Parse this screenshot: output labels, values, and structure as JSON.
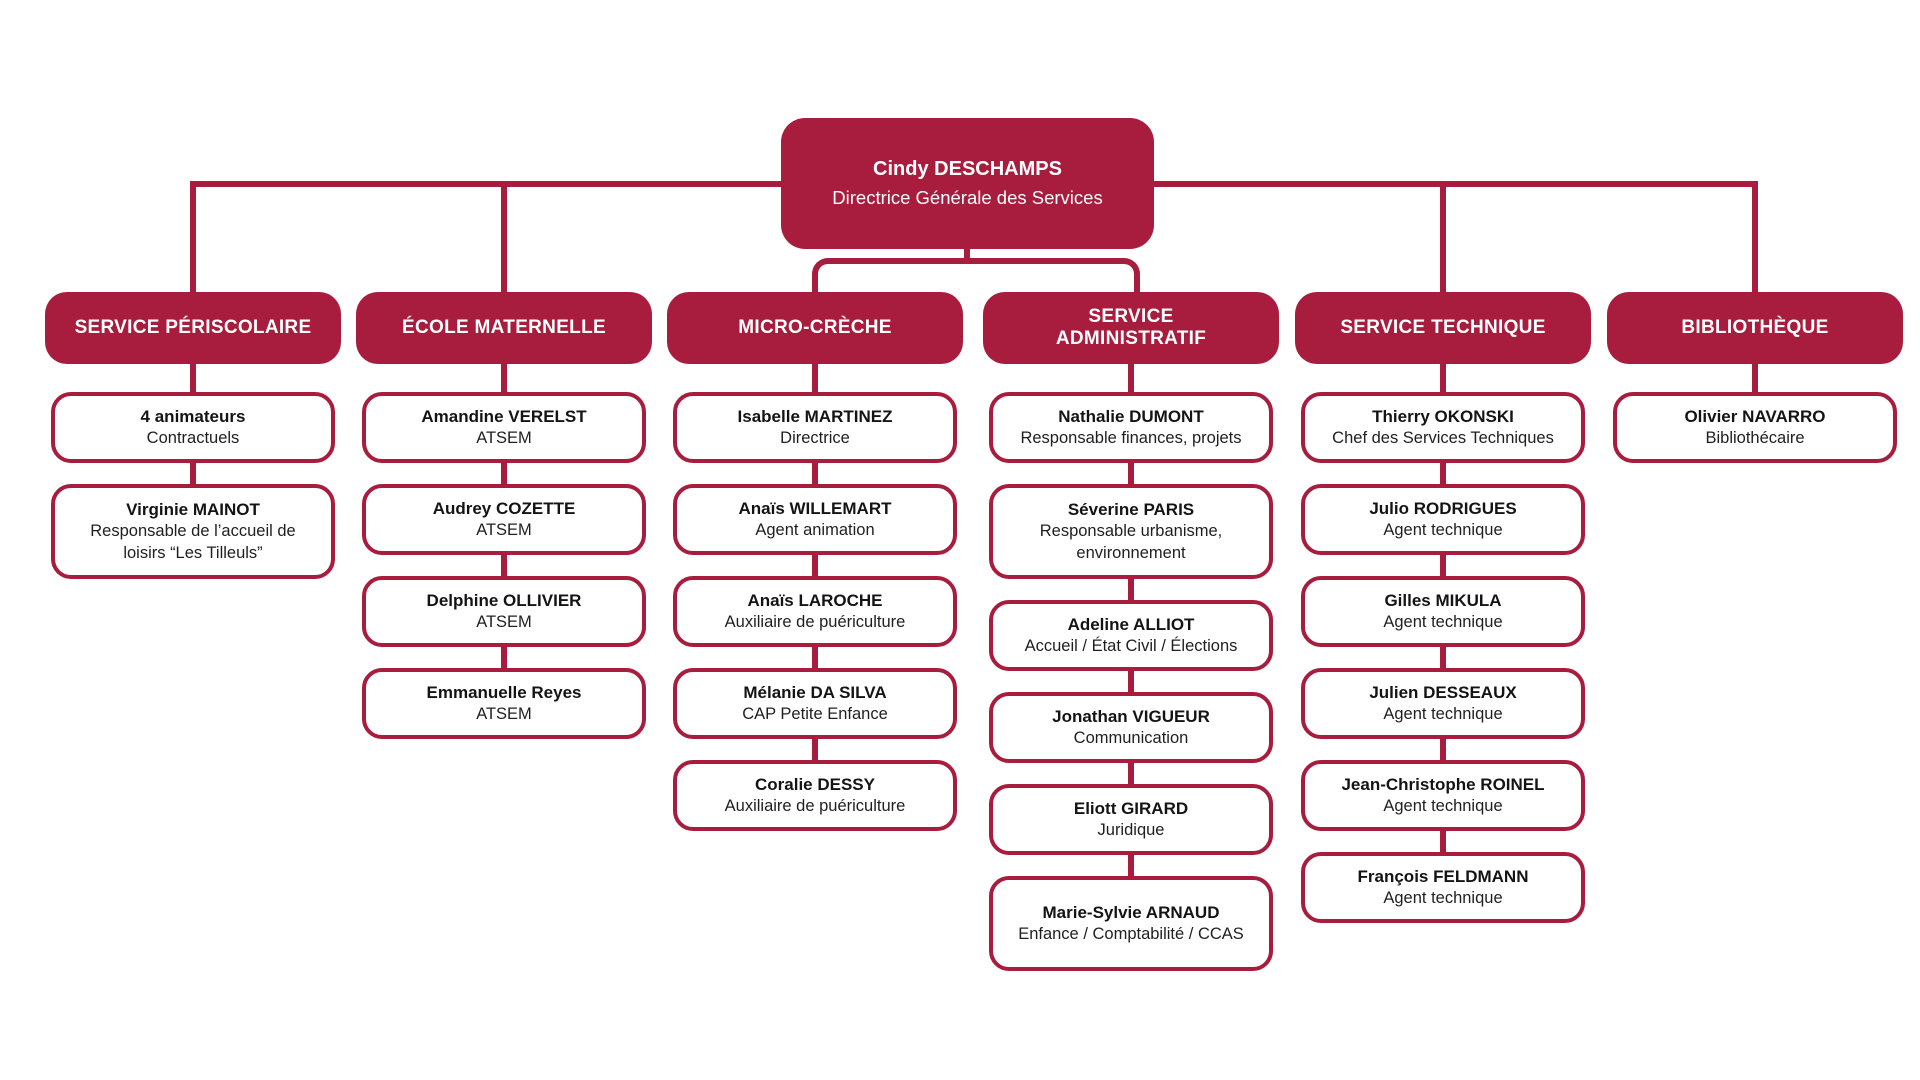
{
  "colors": {
    "primary": "#A81D3D",
    "text_dark": "#1F1F1F",
    "background": "#FFFFFF"
  },
  "root": {
    "name": "Cindy DESCHAMPS",
    "role": "Directrice Générale des Services"
  },
  "departments": [
    {
      "label": "SERVICE PÉRISCOLAIRE",
      "members": [
        {
          "name": "4 animateurs",
          "role": "Contractuels"
        },
        {
          "name": "Virginie MAINOT",
          "role": "Responsable de l’accueil de loisirs “Les Tilleuls”"
        }
      ]
    },
    {
      "label": "ÉCOLE MATERNELLE",
      "members": [
        {
          "name": "Amandine VERELST",
          "role": "ATSEM"
        },
        {
          "name": "Audrey COZETTE",
          "role": "ATSEM"
        },
        {
          "name": "Delphine OLLIVIER",
          "role": "ATSEM"
        },
        {
          "name": "Emmanuelle Reyes",
          "role": "ATSEM"
        }
      ]
    },
    {
      "label": "MICRO-CRÈCHE",
      "members": [
        {
          "name": "Isabelle MARTINEZ",
          "role": "Directrice"
        },
        {
          "name": "Anaïs WILLEMART",
          "role": "Agent animation"
        },
        {
          "name": "Anaïs LAROCHE",
          "role": "Auxiliaire de puériculture"
        },
        {
          "name": "Mélanie DA SILVA",
          "role": "CAP Petite Enfance"
        },
        {
          "name": "Coralie DESSY",
          "role": "Auxiliaire de puériculture"
        }
      ]
    },
    {
      "label": "SERVICE ADMINISTRATIF",
      "members": [
        {
          "name": "Nathalie DUMONT",
          "role": "Responsable finances, projets"
        },
        {
          "name": "Séverine PARIS",
          "role": "Responsable urbanisme, environnement"
        },
        {
          "name": "Adeline ALLIOT",
          "role": "Accueil / État Civil / Élections"
        },
        {
          "name": "Jonathan VIGUEUR",
          "role": "Communication"
        },
        {
          "name": "Eliott GIRARD",
          "role": "Juridique"
        },
        {
          "name": "Marie-Sylvie ARNAUD",
          "role": "Enfance / Comptabilité / CCAS"
        }
      ]
    },
    {
      "label": "SERVICE TECHNIQUE",
      "members": [
        {
          "name": "Thierry OKONSKI",
          "role": "Chef des Services Techniques"
        },
        {
          "name": "Julio RODRIGUES",
          "role": "Agent technique"
        },
        {
          "name": "Gilles MIKULA",
          "role": "Agent technique"
        },
        {
          "name": "Julien DESSEAUX",
          "role": "Agent technique"
        },
        {
          "name": "Jean-Christophe ROINEL",
          "role": "Agent technique"
        },
        {
          "name": "François FELDMANN",
          "role": "Agent technique"
        }
      ]
    },
    {
      "label": "BIBLIOTHÈQUE",
      "members": [
        {
          "name": "Olivier NAVARRO",
          "role": "Bibliothécaire"
        }
      ]
    }
  ]
}
